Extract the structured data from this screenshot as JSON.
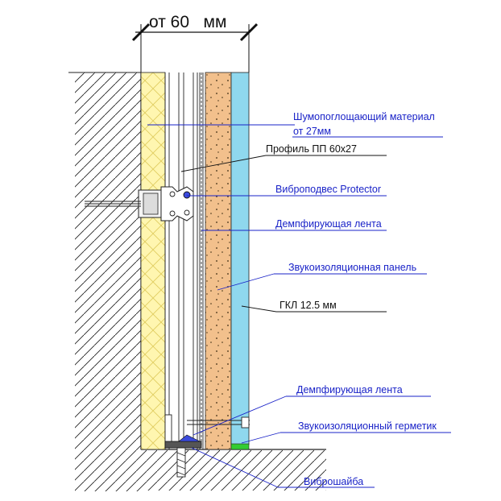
{
  "dimension": {
    "label": "от 60   мм"
  },
  "labels": {
    "sound_absorbing_1": "Шумопоглощающий материал",
    "sound_absorbing_2": "от 27мм",
    "profile": "Профиль ПП 60х27",
    "vibro_hanger": "Виброподвес Protector",
    "damping_tape_top": "Демпфирующая лента",
    "sound_panel": "Звукоизоляционная панель",
    "gypsum_board": "ГКЛ 12.5 мм",
    "damping_tape_bottom": "Демпфирующая лента",
    "sealant": "Звукоизоляционный герметик",
    "vibro_washer": "Виброшайба"
  },
  "colors": {
    "blue_label": "#1a23c8",
    "black_label": "#111111",
    "insulation": "#fff6b0",
    "panel": "#f2c08c",
    "gypsum": "#8fd8ee",
    "sealant": "#33cc33"
  }
}
